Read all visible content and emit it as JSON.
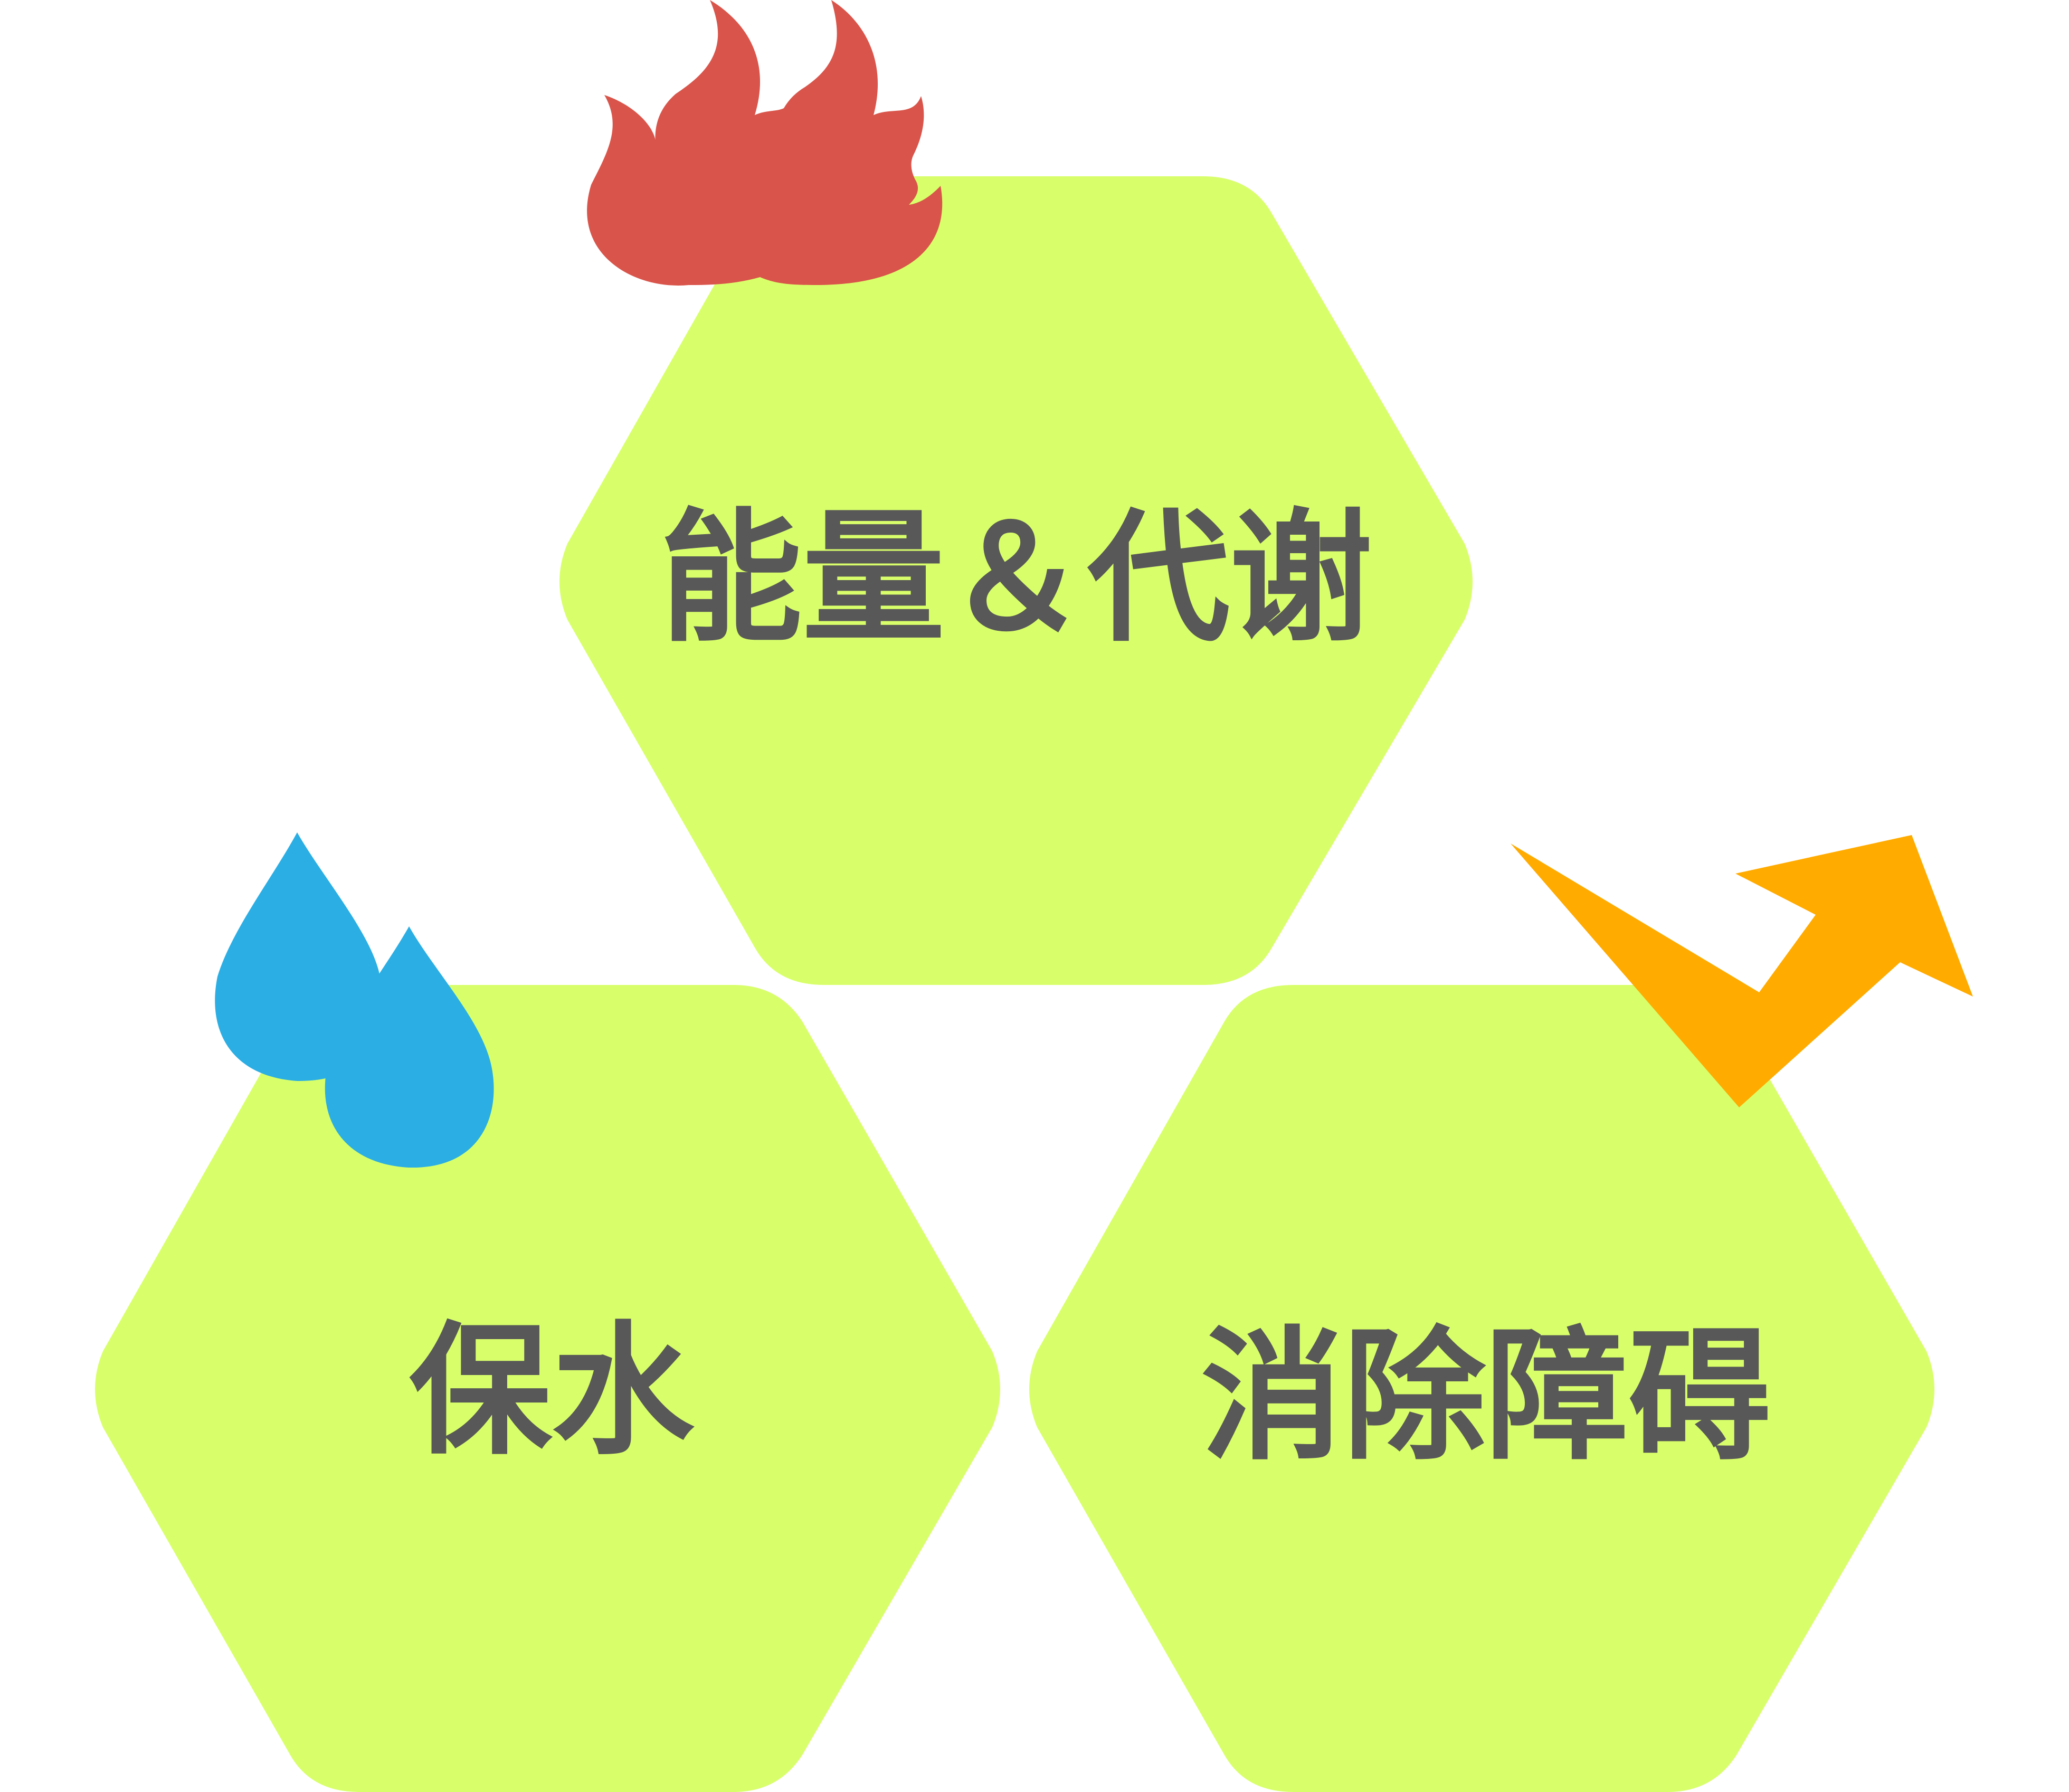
{
  "colors": {
    "background": "#ffffff",
    "hexagon_fill": "#d8ff6a",
    "label_text": "#585858",
    "flame": "#d9544a",
    "water": "#2aaee4",
    "arrow": "#ffab00"
  },
  "nodes": [
    {
      "label": "能量＆代谢",
      "icon": "flame-icon"
    },
    {
      "label": "保水",
      "icon": "water-drops-icon"
    },
    {
      "label": "消除障碍",
      "icon": "zigzag-arrow-icon"
    }
  ]
}
